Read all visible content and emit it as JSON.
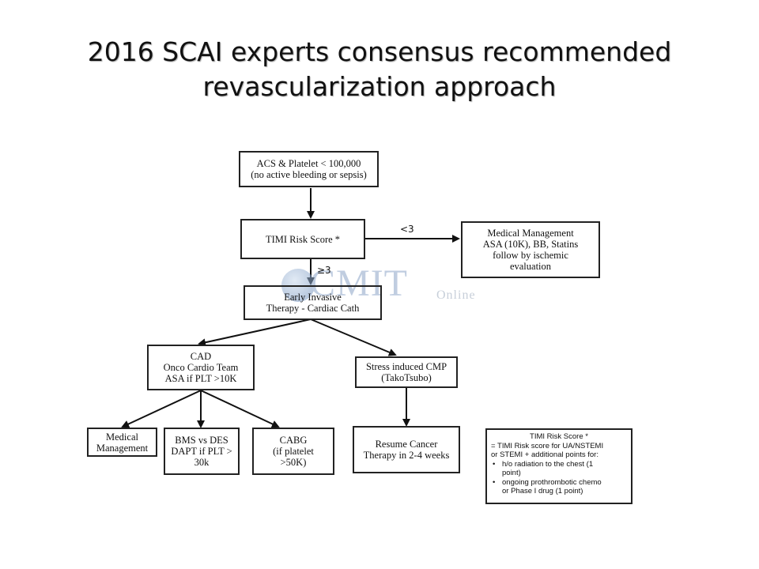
{
  "title": {
    "line1": "2016 SCAI experts consensus recommended",
    "line2": "revascularization approach"
  },
  "flowchart": {
    "nodes": {
      "acs": {
        "lines": [
          "ACS & Platelet < 100,000",
          "(no active bleeding or sepsis)"
        ]
      },
      "timi": {
        "lines": [
          "TIMI Risk Score *"
        ]
      },
      "medical_mgmt": {
        "lines": [
          "Medical Management",
          "ASA (10K), BB, Statins",
          "follow by ischemic",
          "evaluation"
        ]
      },
      "early_invasive": {
        "lines": [
          "Early Invasive",
          "Therapy - Cardiac Cath"
        ]
      },
      "cad": {
        "lines": [
          "CAD",
          "Onco Cardio Team",
          "ASA if PLT >10K"
        ]
      },
      "stress_cmp": {
        "lines": [
          "Stress induced CMP",
          "(TakoTsubo)"
        ]
      },
      "medical": {
        "lines": [
          "Medical",
          "Management"
        ]
      },
      "bms_des": {
        "lines": [
          "BMS vs DES",
          "DAPT if PLT >",
          "30k"
        ]
      },
      "cabg": {
        "lines": [
          "CABG",
          "(if platelet",
          ">50K)"
        ]
      },
      "resume_cancer": {
        "lines": [
          "Resume Cancer",
          "Therapy in 2-4 weeks"
        ]
      }
    },
    "edge_labels": {
      "lt3": "<3",
      "ge3": "≥3"
    },
    "legend": {
      "title": "TIMI Risk Score *",
      "lines": [
        "= TIMI Risk score for UA/NSTEMI",
        "or STEMI + additional points for:"
      ],
      "bullets": [
        [
          "h/o radiation to the chest (1",
          "point)"
        ],
        [
          "ongoing prothrombotic chemo",
          "or Phase I drug (1 point)"
        ]
      ]
    }
  },
  "watermark": {
    "text": "CMIT",
    "sub": "Online"
  }
}
